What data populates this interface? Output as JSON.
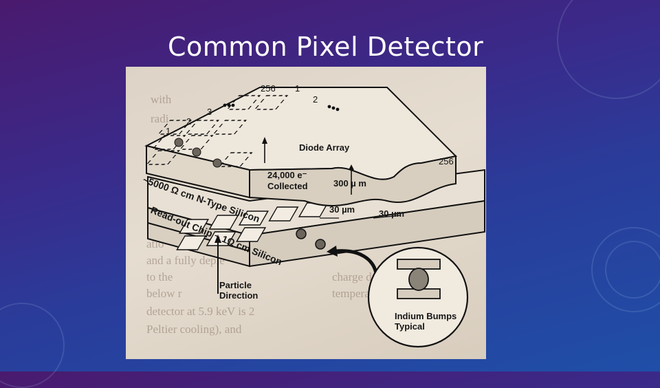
{
  "slide": {
    "title": "Common Pixel Detector"
  },
  "figure": {
    "labels": {
      "col_count": "256",
      "col_1": "1",
      "col_2": "2",
      "row_1": "1",
      "row_2": "2",
      "row_3": "3",
      "row_count_right": "256",
      "diode_array": "Diode Array",
      "charge_value": "24,000 e⁻",
      "charge_collected": "Collected",
      "thickness": "300 µ m",
      "pitch_x": "30 µm",
      "pitch_y": "30 µm",
      "n_type": "~5000 Ω cm N-Type Silicon",
      "readout": "Read-out Chip ~ 1Ω cm Silicon",
      "particle_line1": "Particle",
      "particle_line2": "Direction",
      "indium_line1": "Indium Bumps",
      "indium_line2": "Typical"
    },
    "background_text": [
      "with",
      "radi",
      "atio",
      "and a fully deple",
      "to the",
      "below r",
      "detector at 5.9 keV is 2",
      "Peltier cooling), and",
      "charge drift",
      "temperature. For"
    ]
  }
}
